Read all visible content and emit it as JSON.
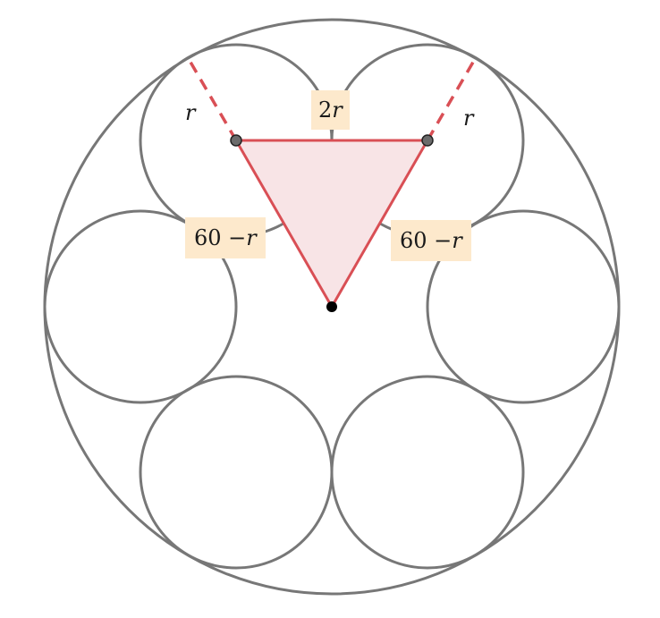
{
  "colors": {
    "circle_stroke": "#777777",
    "triangle_stroke": "#d94f55",
    "triangle_fill": "#f8e4e6",
    "label_box": "#fde9cc",
    "point_fill": "#6b6b6b",
    "center_fill": "#000000"
  },
  "labels": {
    "top_side": "2",
    "top_side_var": "r",
    "left_side": "60 − ",
    "left_side_var": "r",
    "right_side": "60 − ",
    "right_side_var": "r",
    "left_radius": "r",
    "right_radius": "r"
  }
}
